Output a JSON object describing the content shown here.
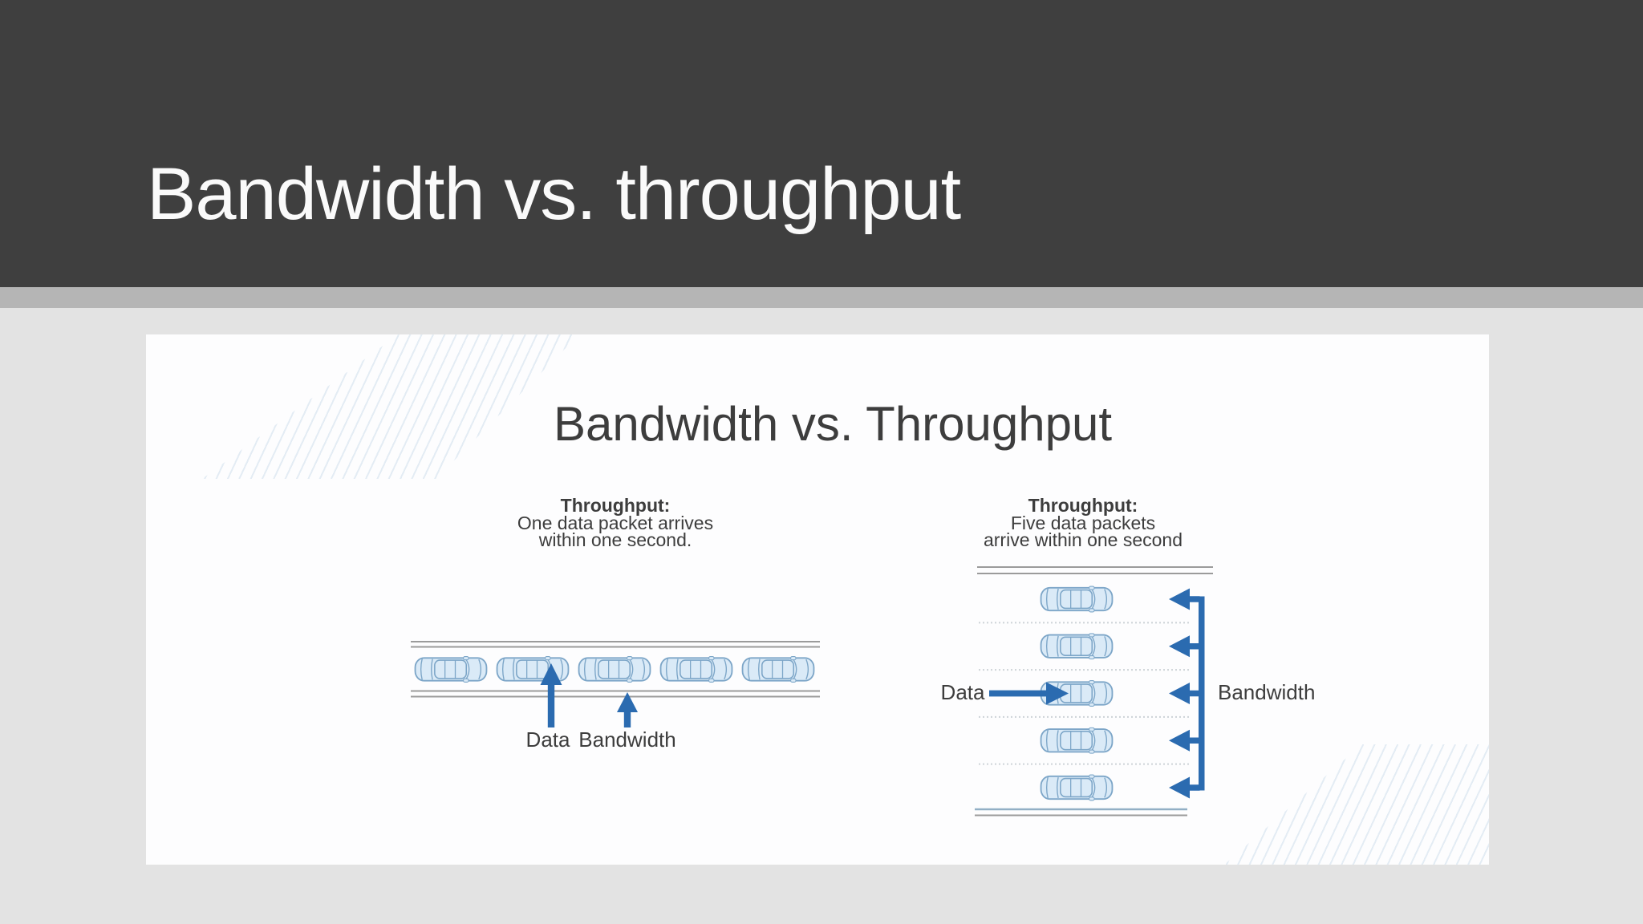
{
  "slide": {
    "title": "Bandwidth vs. throughput"
  },
  "figure": {
    "title": "Bandwidth vs. Throughput",
    "left": {
      "heading": "Throughput:",
      "line1": "One data packet arrives",
      "line2": "within one second.",
      "data_label": "Data",
      "bandwidth_label": "Bandwidth",
      "car_count": 5
    },
    "right": {
      "heading": "Throughput:",
      "line1": "Five data packets",
      "line2": "arrive within one second",
      "data_label": "Data",
      "bandwidth_label": "Bandwidth",
      "car_count": 5
    },
    "colors": {
      "ink": "#3d3d3d",
      "arrow": "#2b6bb0",
      "car-fill": "#daeaf7",
      "car-stroke": "#7da6c8",
      "road": "#9b9b9b",
      "road-blue": "#92afc5",
      "lane": "#cdd3d7"
    }
  },
  "theme": {
    "header-bg": "#3f3f3f",
    "strip": "#b5b5b5",
    "body-bg": "#e3e3e3",
    "panel-bg": "#fdfdfe",
    "title-color": "#fafafa"
  }
}
